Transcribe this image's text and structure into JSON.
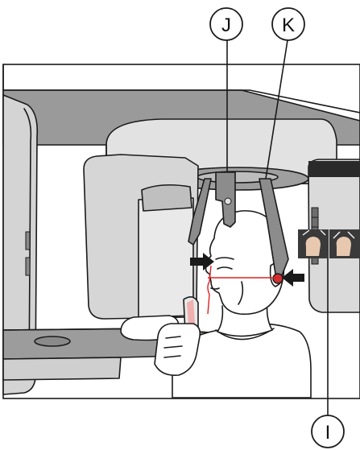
{
  "callouts": {
    "j": "J",
    "k": "K",
    "i": "I"
  },
  "colors": {
    "machine_gray": "#b8b8b8",
    "machine_dark": "#8f8f8f",
    "machine_light": "#d9d9d9",
    "laser_red": "#e02020",
    "outline": "#1a1a1a"
  }
}
